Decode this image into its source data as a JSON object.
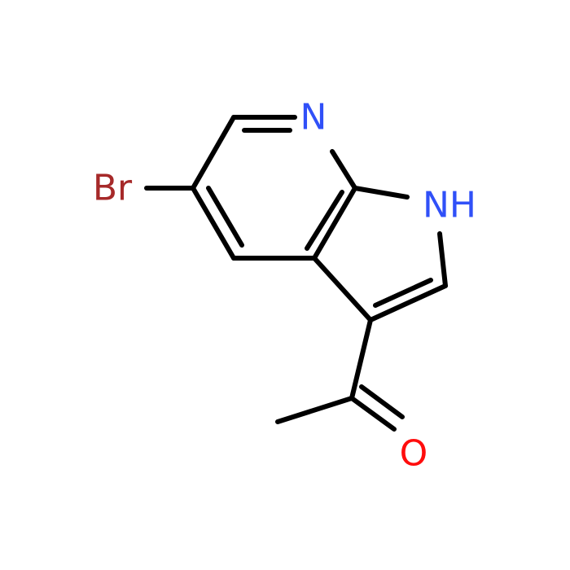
{
  "molecule": {
    "atoms": {
      "nitrogen_pyridine": {
        "label": "N",
        "color": "#3050F8"
      },
      "nitrogen_pyrrole": {
        "label": "NH",
        "color": "#3050F8"
      },
      "bromine": {
        "label": "Br",
        "color": "#A62929"
      },
      "oxygen": {
        "label": "O",
        "color": "#FF0D0D"
      }
    },
    "bond_color": "#000000",
    "background": "#ffffff"
  }
}
